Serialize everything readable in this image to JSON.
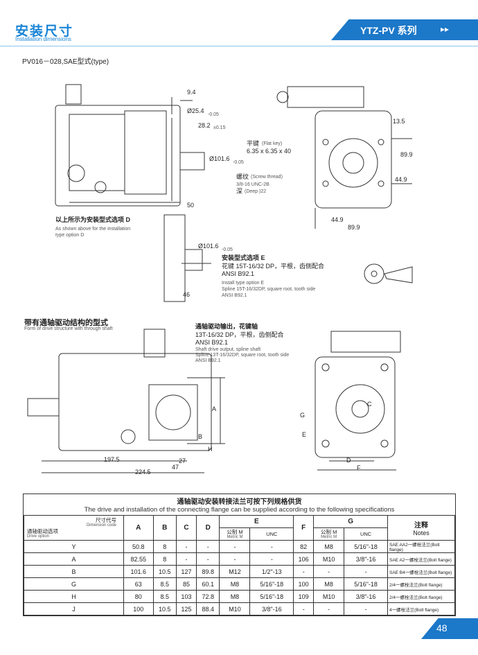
{
  "header": {
    "title": "安装尺寸",
    "subtitle": "Installation dimensions",
    "series": "YTZ-PV 系列",
    "arrows": "▸▸"
  },
  "model_title": "PV016－028,SAE型式(type)",
  "dims_top": {
    "d94": "9.4",
    "d254": "Ø25.4",
    "d254_tol": "-0.05",
    "d282": "28.2",
    "d282_tol": "±0.15",
    "key_cn": "平键",
    "key_en": "(Flat key)",
    "key_size": "6.35 x 6.35 x 40",
    "d1016": "Ø101.6",
    "d1016_tol": "-0.05",
    "thread_cn": "螺纹",
    "thread_en": "(Screw thread)",
    "thread_size": "3/8-16 UNC-2B",
    "deep_cn": "深",
    "deep_en": "(Deep )22",
    "d50": "50",
    "d135": "13.5",
    "d899a": "89.9",
    "d449a": "44.9",
    "d449b": "44.9",
    "d899b": "89.9"
  },
  "option_d": {
    "cn": "以上所示为安装型式选项 D",
    "en1": "As shown above for the installation",
    "en2": "type option D"
  },
  "option_e": {
    "d1016": "Ø101.6",
    "tol": "-0.05",
    "cn_title": "安装型式选项 E",
    "cn_line1": "花键 15T-16/32 DP，平根，齿侧配合",
    "cn_line2": "ANSI B92.1",
    "en1": "Install type option E",
    "en2": "Spline 15T-16/32DP, square root, tooth side",
    "en3": "ANSI B92.1",
    "d46": "46"
  },
  "through": {
    "title_cn": "带有通轴驱动结构的型式",
    "title_en": "Form of drive structure with through shaft",
    "out_cn": "通轴驱动输出，花键轴",
    "out_line1": "13T-16/32 DP，平根，齿侧配合",
    "out_line2": "ANSI B92.1",
    "en1": "Shaft drive output, spline shaft",
    "en2": "Spline 13T-16/32DP, square root, tooth side",
    "en3": "ANSI B92.1",
    "lbl_a": "A",
    "lbl_b": "B",
    "lbl_h": "H",
    "lbl_c": "C",
    "lbl_g": "G",
    "lbl_e": "E",
    "lbl_d": "D",
    "lbl_f": "F",
    "d1975": "197.5",
    "d27": "27",
    "d47": "47",
    "d2245": "224.5"
  },
  "table": {
    "caption_cn": "通轴驱动安装转接法兰可按下列规格供货",
    "caption_en": "The drive and installation of the connecting flange can be supplied according to the following specifications",
    "corner_top_cn": "尺寸代号",
    "corner_top_en": "Dimension code",
    "corner_bottom_cn": "通轴驱动选项",
    "corner_bottom_en": "Drive option",
    "h_a": "A",
    "h_b": "B",
    "h_c": "C",
    "h_d": "D",
    "h_e": "E",
    "h_f": "F",
    "h_g": "G",
    "h_notes_cn": "注释",
    "h_notes_en": "Notes",
    "sub_metric_cn": "公制 M",
    "sub_metric_en": "Metric M",
    "sub_unc": "UNC",
    "rows": [
      {
        "opt": "Y",
        "a": "50.8",
        "b": "8",
        "c": "-",
        "d": "-",
        "em": "-",
        "eu": "-",
        "f": "82",
        "gm": "M8",
        "gu": "5/16\"-18",
        "note_a": "SAE AA2一螺栓法兰",
        "note_b": "(Bolt flange)"
      },
      {
        "opt": "A",
        "a": "82.55",
        "b": "8",
        "c": "-",
        "d": "-",
        "em": "-",
        "eu": "-",
        "f": "106",
        "gm": "M10",
        "gu": "3/8\"-16",
        "note_a": "SAE A2一螺栓法兰",
        "note_b": "(Bolt flange)"
      },
      {
        "opt": "B",
        "a": "101.6",
        "b": "10.5",
        "c": "127",
        "d": "89.8",
        "em": "M12",
        "eu": "1/2\"-13",
        "f": "-",
        "gm": "-",
        "gu": "-",
        "note_a": "SAE B4一螺栓法兰",
        "note_b": "(Bolt flange)"
      },
      {
        "opt": "G",
        "a": "63",
        "b": "8.5",
        "c": "85",
        "d": "60.1",
        "em": "M8",
        "eu": "5/16\"-18",
        "f": "100",
        "gm": "M8",
        "gu": "5/16\"-18",
        "note_a": "2/4一螺栓法兰",
        "note_b": "(Bolt flange)"
      },
      {
        "opt": "H",
        "a": "80",
        "b": "8.5",
        "c": "103",
        "d": "72.8",
        "em": "M8",
        "eu": "5/16\"-18",
        "f": "109",
        "gm": "M10",
        "gu": "3/8\"-16",
        "note_a": "2/4一螺栓法兰",
        "note_b": "(Bolt flange)"
      },
      {
        "opt": "J",
        "a": "100",
        "b": "10.5",
        "c": "125",
        "d": "88.4",
        "em": "M10",
        "eu": "3/8\"-16",
        "f": "-",
        "gm": "-",
        "gu": "-",
        "note_a": "4一螺栓法兰",
        "note_b": "(Bolt flange)"
      }
    ]
  },
  "page_number": "48",
  "colors": {
    "brand": "#1c78c9",
    "title": "#1a84d6"
  }
}
